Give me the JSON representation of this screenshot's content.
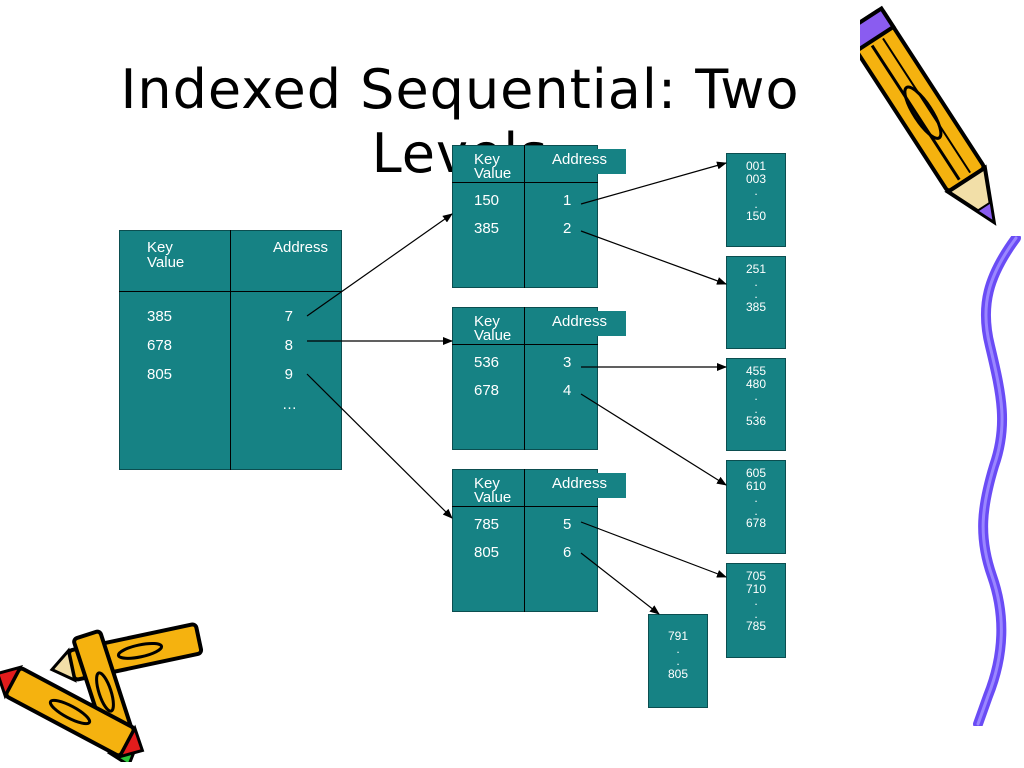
{
  "title": "Indexed Sequential: Two Levels",
  "headers": {
    "key": "Key",
    "key2": "Value",
    "address": "Address"
  },
  "master_index": {
    "rows": [
      {
        "key": "385",
        "addr": "7"
      },
      {
        "key": "678",
        "addr": "8"
      },
      {
        "key": "805",
        "addr": "9"
      }
    ],
    "more": "…"
  },
  "level2": [
    {
      "rows": [
        {
          "key": "150",
          "addr": "1"
        },
        {
          "key": "385",
          "addr": "2"
        }
      ]
    },
    {
      "rows": [
        {
          "key": "536",
          "addr": "3"
        },
        {
          "key": "678",
          "addr": "4"
        }
      ]
    },
    {
      "rows": [
        {
          "key": "785",
          "addr": "5"
        },
        {
          "key": "805",
          "addr": "6"
        }
      ]
    }
  ],
  "data_blocks": [
    [
      "001",
      "003",
      ".",
      ".",
      "150"
    ],
    [
      "251",
      ".",
      ".",
      "385"
    ],
    [
      "455",
      "480",
      ".",
      ".",
      "536"
    ],
    [
      "605",
      "610",
      ".",
      ".",
      "678"
    ],
    [
      "705",
      "710",
      ".",
      ".",
      "785"
    ],
    [
      "791",
      ".",
      ".",
      "805"
    ]
  ],
  "colors": {
    "panel": "#168284",
    "line": "#000000",
    "text": "#ffffff"
  },
  "decor": [
    "pencil-icon",
    "crayons-icon",
    "ribbon-icon"
  ]
}
